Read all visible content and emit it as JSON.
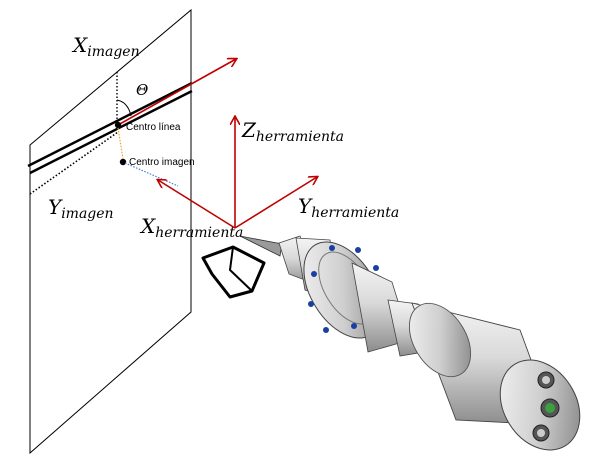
{
  "labels": {
    "x_imagen_main": "X",
    "x_imagen_sub": "imagen",
    "y_imagen_main": "Y",
    "y_imagen_sub": "imagen",
    "theta": "Θ",
    "centro_linea": "Centro línea",
    "centro_imagen": "Centro imagen",
    "z_herr_main": "Z",
    "z_herr_sub": "herramienta",
    "y_herr_main": "Y",
    "y_herr_sub": "herramienta",
    "x_herr_main": "X",
    "x_herr_sub": "herramienta"
  },
  "colors": {
    "axis_red": "#c00000",
    "line_black": "#000000",
    "dotted_orange": "#f0a030",
    "dotted_blue": "#4a7fd0",
    "metal_light": "#e8e8e8",
    "metal_dark": "#8a8a8a",
    "bolt_blue": "#1a3fa0"
  },
  "icons": {
    "camera": "camera-icon",
    "tool": "spindle-tool"
  }
}
